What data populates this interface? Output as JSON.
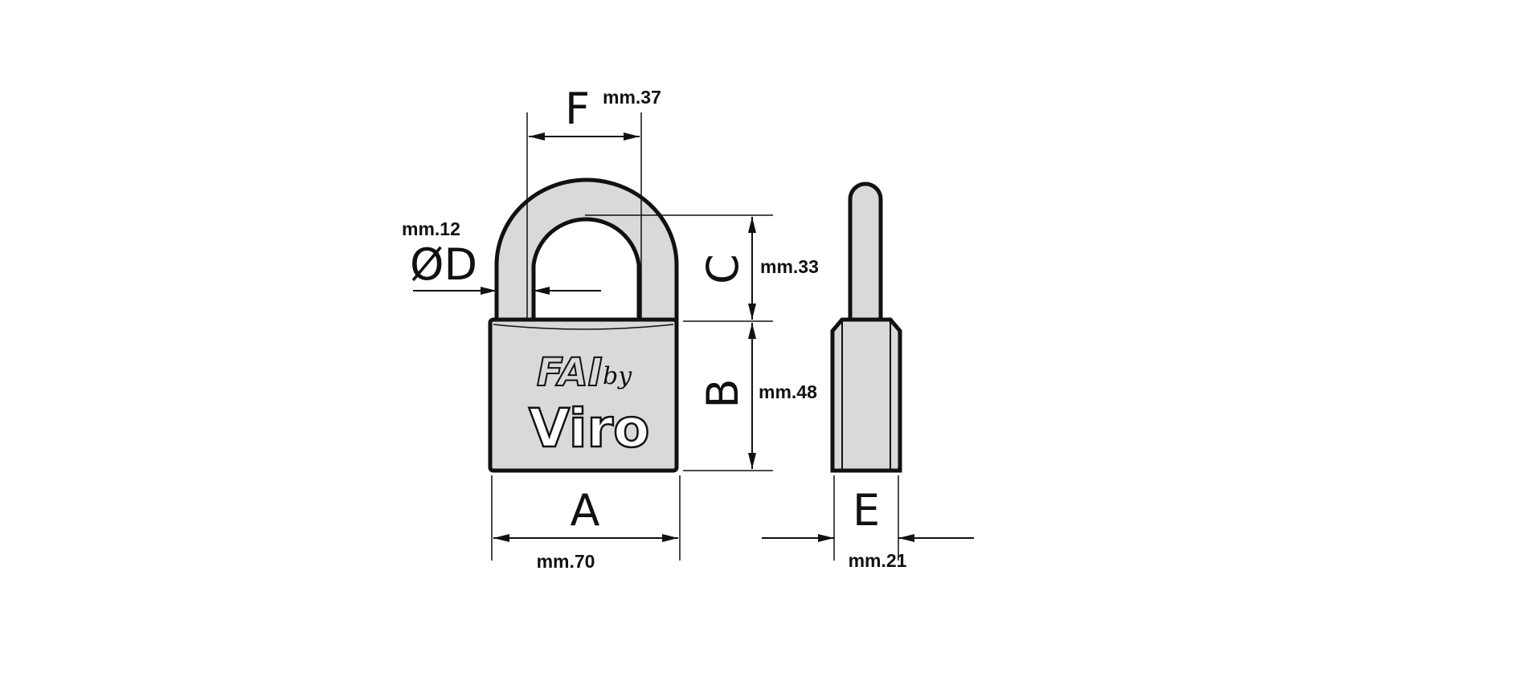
{
  "diagram": {
    "colors": {
      "body": "#d9d9d9",
      "stroke": "#111111",
      "background": "#ffffff"
    },
    "logo": {
      "brand": "FAI",
      "by": "by",
      "name": "Viro"
    },
    "dimensions": {
      "A": {
        "letter": "A",
        "value": "mm.70"
      },
      "B": {
        "letter": "B",
        "value": "mm.48"
      },
      "C": {
        "letter": "C",
        "value": "mm.33"
      },
      "D": {
        "letter": "ØD",
        "value": "mm.12"
      },
      "E": {
        "letter": "E",
        "value": "mm.21"
      },
      "F": {
        "letter": "F",
        "value": "mm.37"
      }
    }
  }
}
